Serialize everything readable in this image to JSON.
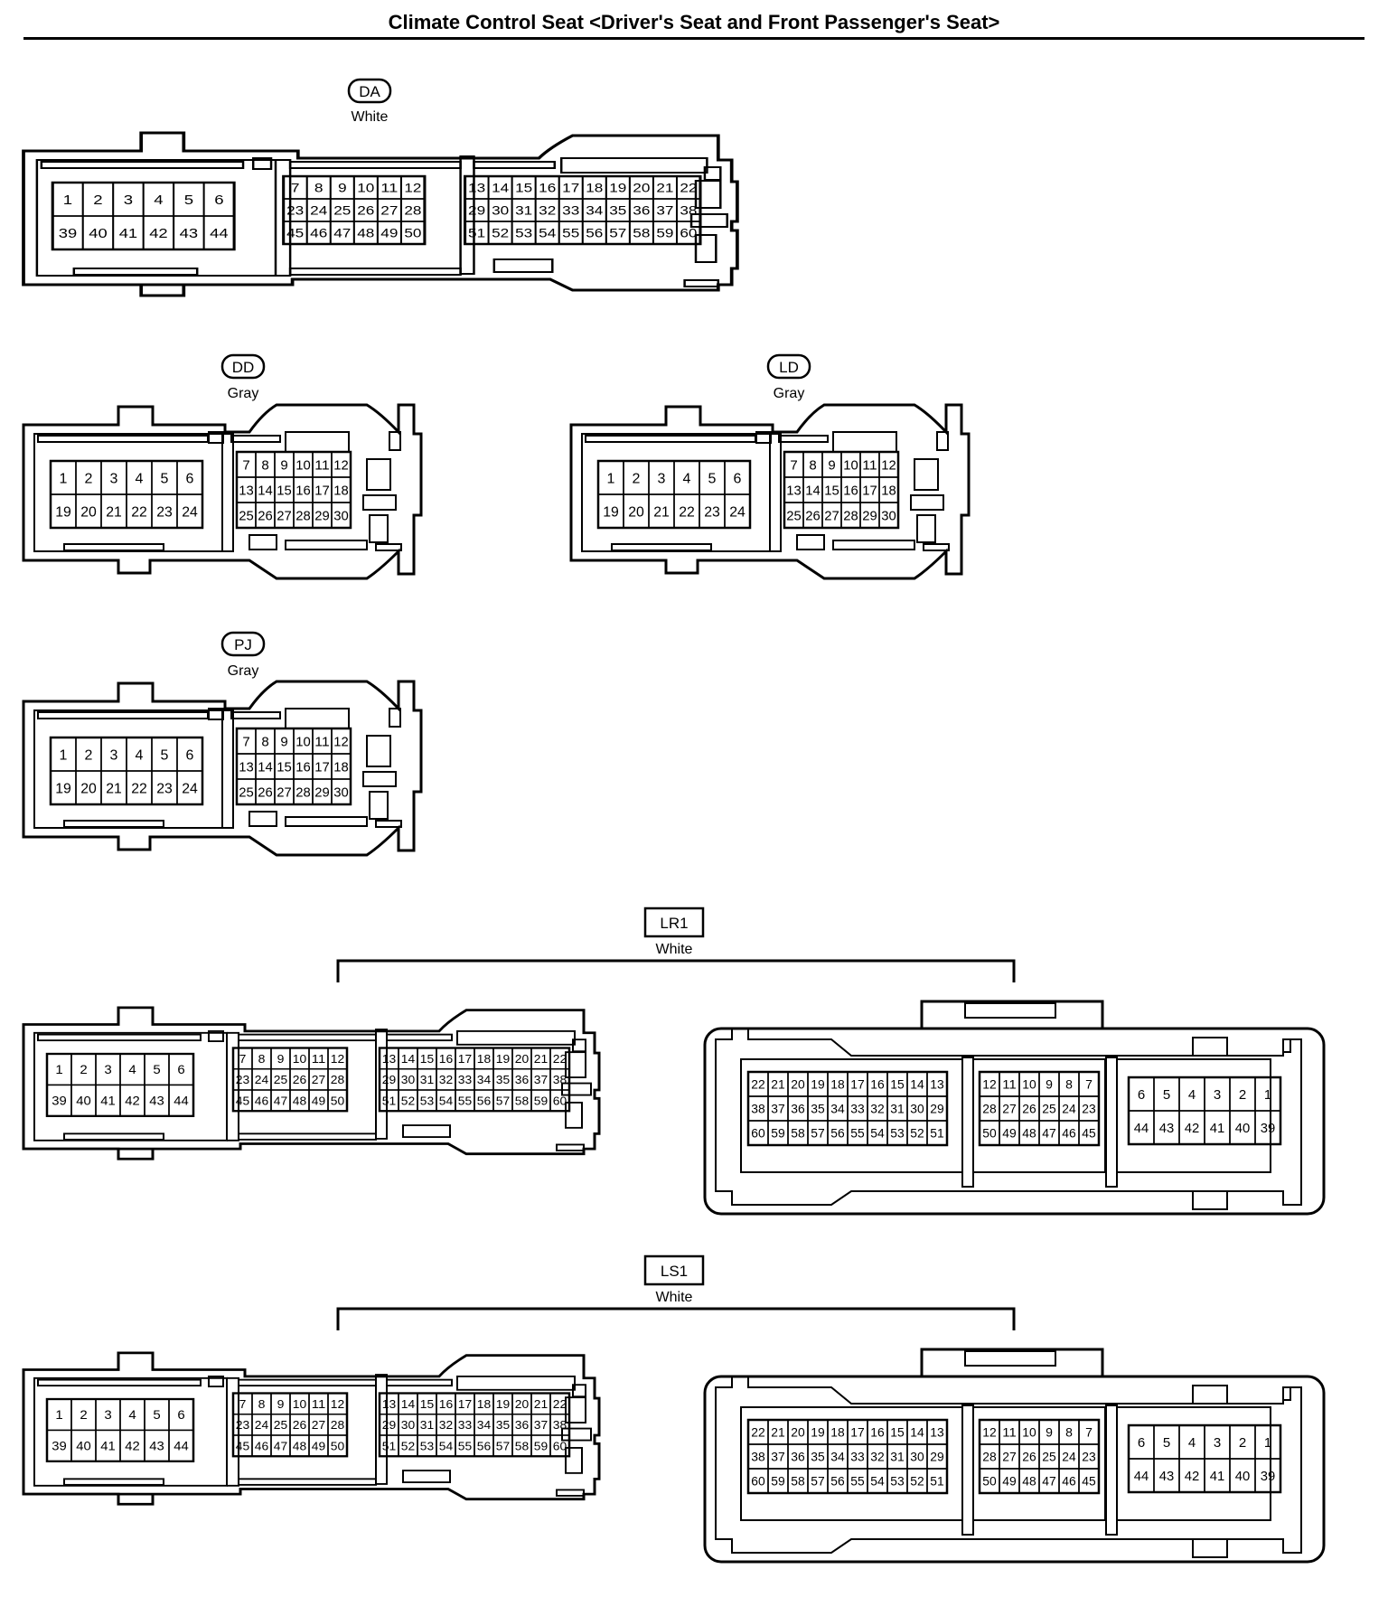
{
  "page": {
    "title": "Climate Control Seat <Driver's Seat and Front Passenger's Seat>"
  },
  "connectors": [
    {
      "id": "DA",
      "color": "White",
      "type": "60-pin",
      "badge_style": "oval"
    },
    {
      "id": "DD",
      "color": "Gray",
      "type": "24-pin",
      "badge_style": "oval"
    },
    {
      "id": "LD",
      "color": "Gray",
      "type": "24-pin",
      "badge_style": "oval"
    },
    {
      "id": "PJ",
      "color": "Gray",
      "type": "24-pin",
      "badge_style": "oval"
    },
    {
      "id": "LR1",
      "color": "White",
      "type": "60-pin pair",
      "badge_style": "rect"
    },
    {
      "id": "LS1",
      "color": "White",
      "type": "60-pin pair",
      "badge_style": "rect"
    }
  ],
  "pin_layouts": {
    "p60_male": {
      "blocks": [
        {
          "rows": [
            [
              1,
              2,
              3,
              4,
              5,
              6
            ],
            [
              39,
              40,
              41,
              42,
              43,
              44
            ]
          ]
        },
        {
          "rows": [
            [
              7,
              8,
              9,
              10,
              11,
              12
            ],
            [
              23,
              24,
              25,
              26,
              27,
              28
            ],
            [
              45,
              46,
              47,
              48,
              49,
              50
            ]
          ]
        },
        {
          "rows": [
            [
              13,
              14,
              15,
              16,
              17,
              18,
              19,
              20,
              21,
              22
            ],
            [
              29,
              30,
              31,
              32,
              33,
              34,
              35,
              36,
              37,
              38
            ],
            [
              51,
              52,
              53,
              54,
              55,
              56,
              57,
              58,
              59,
              60
            ]
          ]
        }
      ]
    },
    "p24": {
      "blocks": [
        {
          "rows": [
            [
              1,
              2,
              3,
              4,
              5,
              6
            ],
            [
              19,
              20,
              21,
              22,
              23,
              24
            ]
          ]
        },
        {
          "rows": [
            [
              7,
              8,
              9,
              10,
              11,
              12
            ],
            [
              13,
              14,
              15,
              16,
              17,
              18
            ],
            [
              25,
              26,
              27,
              28,
              29,
              30
            ]
          ]
        }
      ]
    },
    "p60_female": {
      "blocks": [
        {
          "rows": [
            [
              22,
              21,
              20,
              19,
              18,
              17,
              16,
              15,
              14,
              13
            ],
            [
              38,
              37,
              36,
              35,
              34,
              33,
              32,
              31,
              30,
              29
            ],
            [
              60,
              59,
              58,
              57,
              56,
              55,
              54,
              53,
              52,
              51
            ]
          ]
        },
        {
          "rows": [
            [
              12,
              11,
              10,
              9,
              8,
              7
            ],
            [
              28,
              27,
              26,
              25,
              24,
              23
            ],
            [
              50,
              49,
              48,
              47,
              46,
              45
            ]
          ]
        },
        {
          "rows": [
            [
              6,
              5,
              4,
              3,
              2,
              1
            ],
            [
              44,
              43,
              42,
              41,
              40,
              39
            ]
          ]
        }
      ]
    }
  }
}
